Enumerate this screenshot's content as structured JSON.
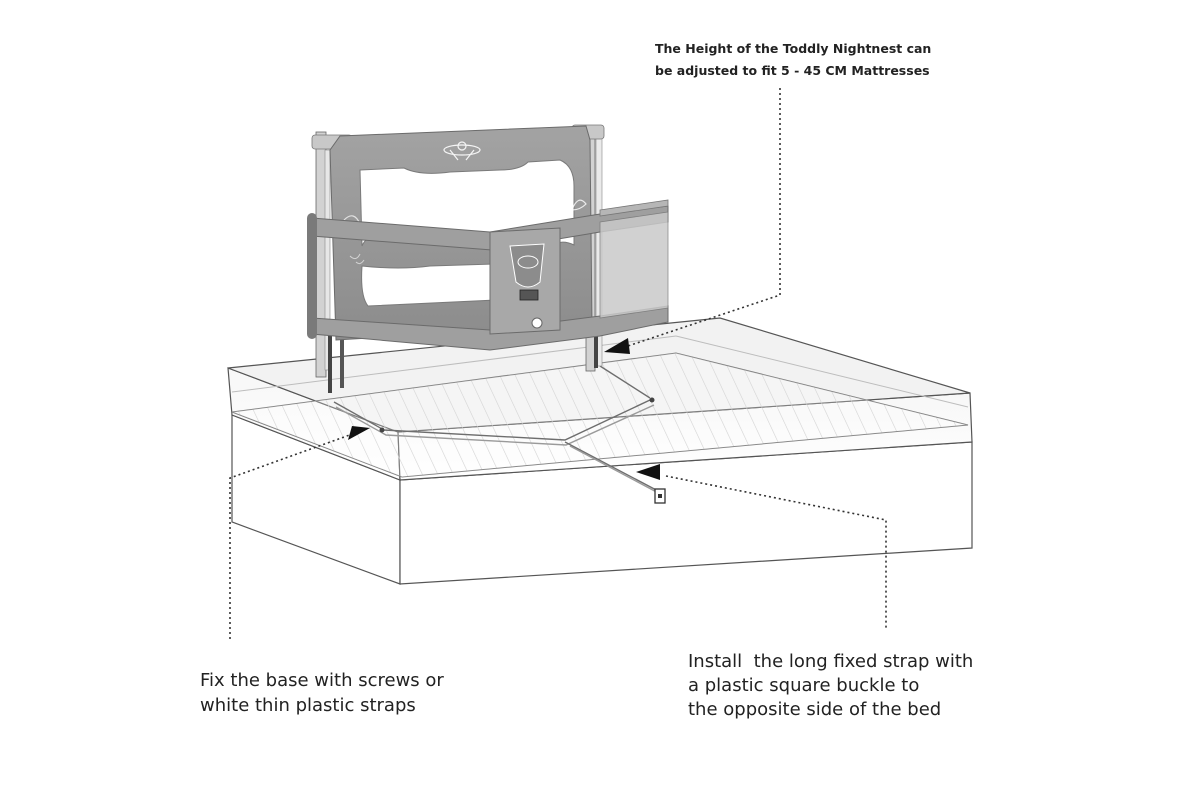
{
  "annotations": {
    "height_note": {
      "lines": [
        "The Height of the Toddly Nightnest can",
        "be adjusted to fit 5 - 45 CM Mattresses"
      ]
    },
    "base_note": {
      "lines": [
        "Fix the base with screws or",
        "white thin plastic straps"
      ]
    },
    "strap_note": {
      "lines": [
        "Install  the long fixed strap with",
        "a plastic square buckle to",
        "the opposite side of the bed"
      ]
    }
  },
  "colors": {
    "rail_fill": "#9a9a9a",
    "rail_dark": "#7d7d7d",
    "mattress_top": "#eeeeee",
    "mattress_line": "#555555",
    "hatch": "#c8c8c8",
    "leader": "#333333",
    "arrow": "#111111"
  }
}
